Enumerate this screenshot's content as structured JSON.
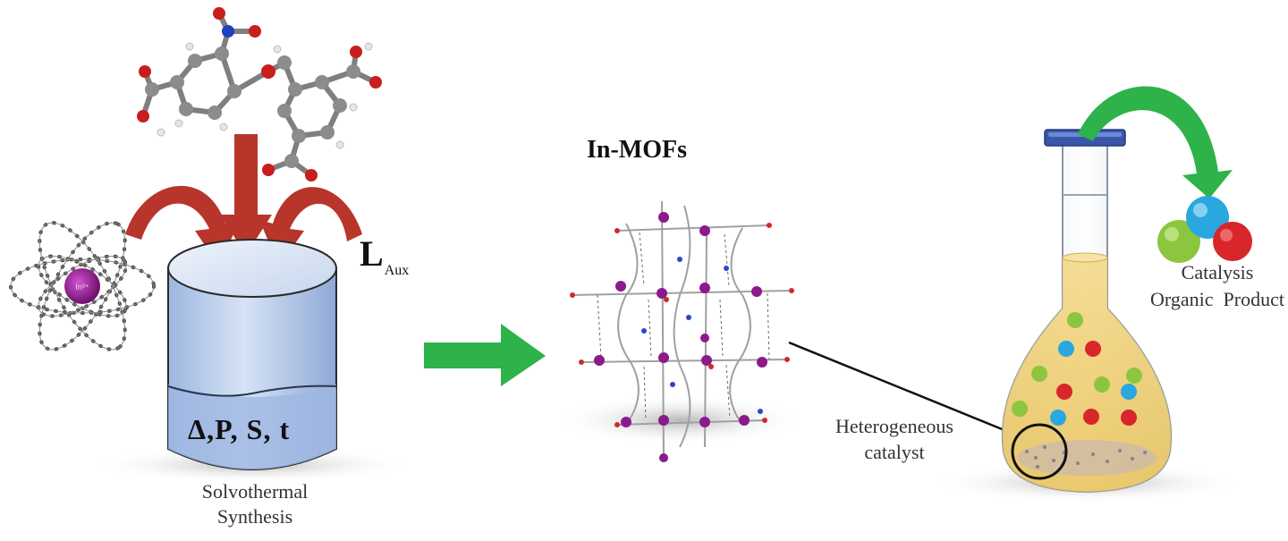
{
  "labels": {
    "mof_title": "In-MOFs",
    "l_aux_main": "L",
    "l_aux_sub": "Aux",
    "conditions": "Δ,P, S, t",
    "solvothermal_line1": "Solvothermal",
    "solvothermal_line2": "Synthesis",
    "heterogeneous_line1": "Heterogeneous",
    "heterogeneous_line2": "catalyst",
    "catalysis_line1": "Catalysis",
    "catalysis_line2": "Organic  Product",
    "metal_symbol": "In³⁺"
  },
  "colors": {
    "curved_arrows": "#b8352b",
    "process_arrow": "#2db34a",
    "vessel_fill": "#a9c3e8",
    "flask_liquid": "#f2d27a",
    "ball_green": "#8cc63f",
    "ball_blue": "#2aa7df",
    "ball_red": "#d8262b",
    "metal_atom": "#8b1a8b"
  }
}
